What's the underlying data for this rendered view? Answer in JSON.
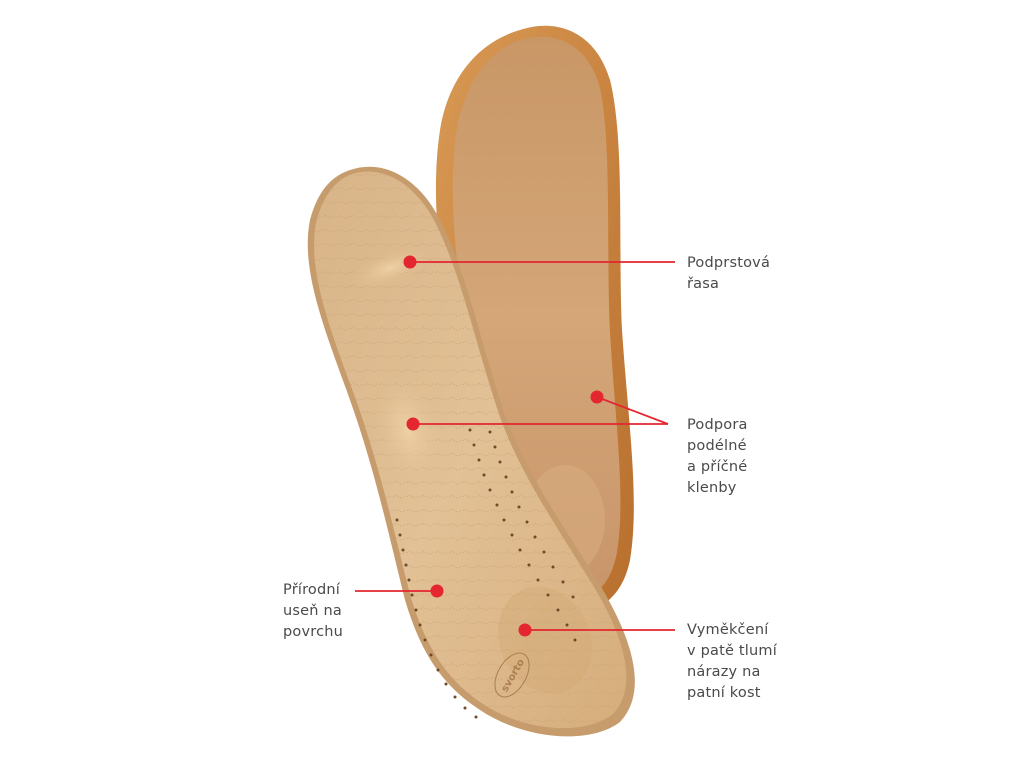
{
  "accent_color": "#e3262f",
  "annotations": [
    {
      "id": "toe-ridge",
      "lines": [
        "Podprstová",
        "řasa"
      ]
    },
    {
      "id": "arch-support",
      "lines": [
        "Podpora",
        "podélné",
        "a příčné",
        "klenby"
      ]
    },
    {
      "id": "natural-leather",
      "lines": [
        "Přírodní",
        "useň na",
        "povrchu"
      ]
    },
    {
      "id": "heel-cushion",
      "lines": [
        "Vyměkčení",
        "v patě tlumí",
        "nárazy na",
        "patní kost"
      ]
    }
  ],
  "insole_logo_text": "svorto"
}
